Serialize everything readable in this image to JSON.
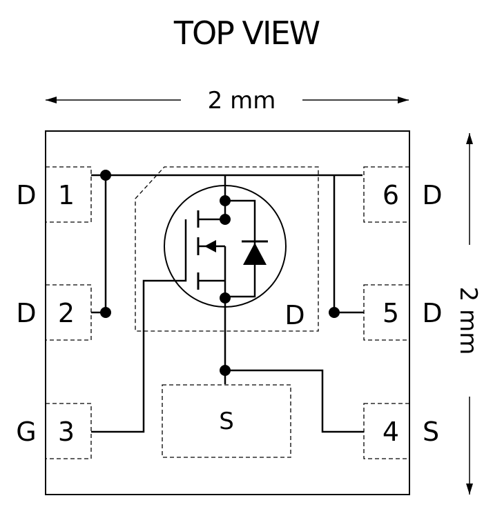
{
  "title": "TOP VIEW",
  "dimensions": {
    "width": "2 mm",
    "height": "2 mm"
  },
  "pins": [
    {
      "number": "1",
      "function": "D"
    },
    {
      "number": "2",
      "function": "D"
    },
    {
      "number": "3",
      "function": "G"
    },
    {
      "number": "4",
      "function": "S"
    },
    {
      "number": "5",
      "function": "D"
    },
    {
      "number": "6",
      "function": "D"
    }
  ],
  "pads": {
    "drain_pad_label": "D",
    "source_pad_label": "S"
  }
}
